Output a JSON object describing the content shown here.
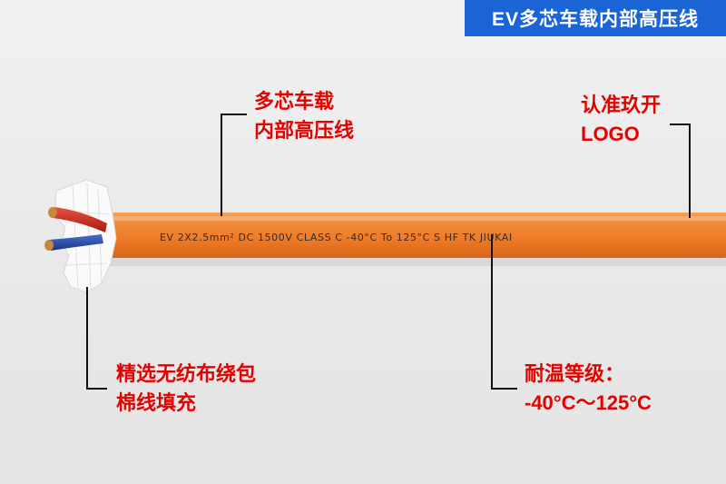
{
  "banner": {
    "title": "EV多芯车载内部高压线"
  },
  "cable": {
    "print": "EV 2X2.5mm² DC 1500V CLASS C -40°C To 125°C S HF TK JIUKAI",
    "jacket_color": "#f07f2e",
    "core_colors": [
      "#cc2a1e",
      "#2448a8"
    ]
  },
  "callouts": {
    "type": {
      "line1": "多芯车载",
      "line2": "内部高压线"
    },
    "logo": {
      "line1": "认准玖开",
      "line2": "LOGO"
    },
    "filler": {
      "line1": "精选无纺布绕包",
      "line2": "棉线填充"
    },
    "temp": {
      "line1": "耐温等级：",
      "line2": "-40°C～125°C"
    }
  },
  "colors": {
    "banner": "#1a64d6",
    "callout_text": "#e60000",
    "leader": "#111111"
  }
}
